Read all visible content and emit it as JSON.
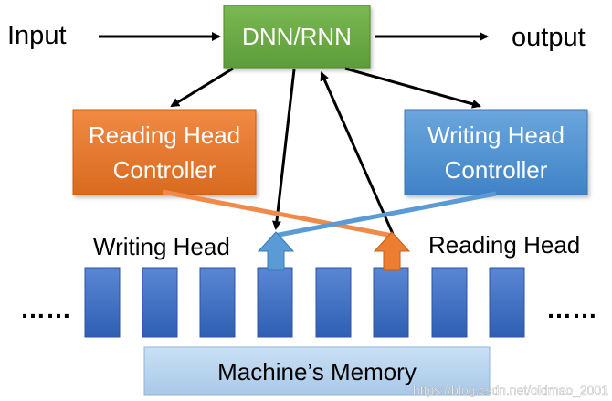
{
  "input_label": "Input",
  "output_label": "output",
  "dnn_label": "DNN/RNN",
  "reading_controller": {
    "line1": "Reading Head",
    "line2": "Controller"
  },
  "writing_controller": {
    "line1": "Writing Head",
    "line2": "Controller"
  },
  "writing_head_label": "Writing Head",
  "reading_head_label": "Reading Head",
  "left_ellipsis": "……",
  "right_ellipsis": "……",
  "memory_label": "Machine’s Memory",
  "watermark": "https://blog.csdn.net/oldmao_2001",
  "colors": {
    "dnn_fill": "#70ad47",
    "reading_fill": "#ed7d31",
    "writing_fill": "#5b9bd5",
    "cell_fill": "#4472c4",
    "memory_fill": "#bdd7ee"
  }
}
